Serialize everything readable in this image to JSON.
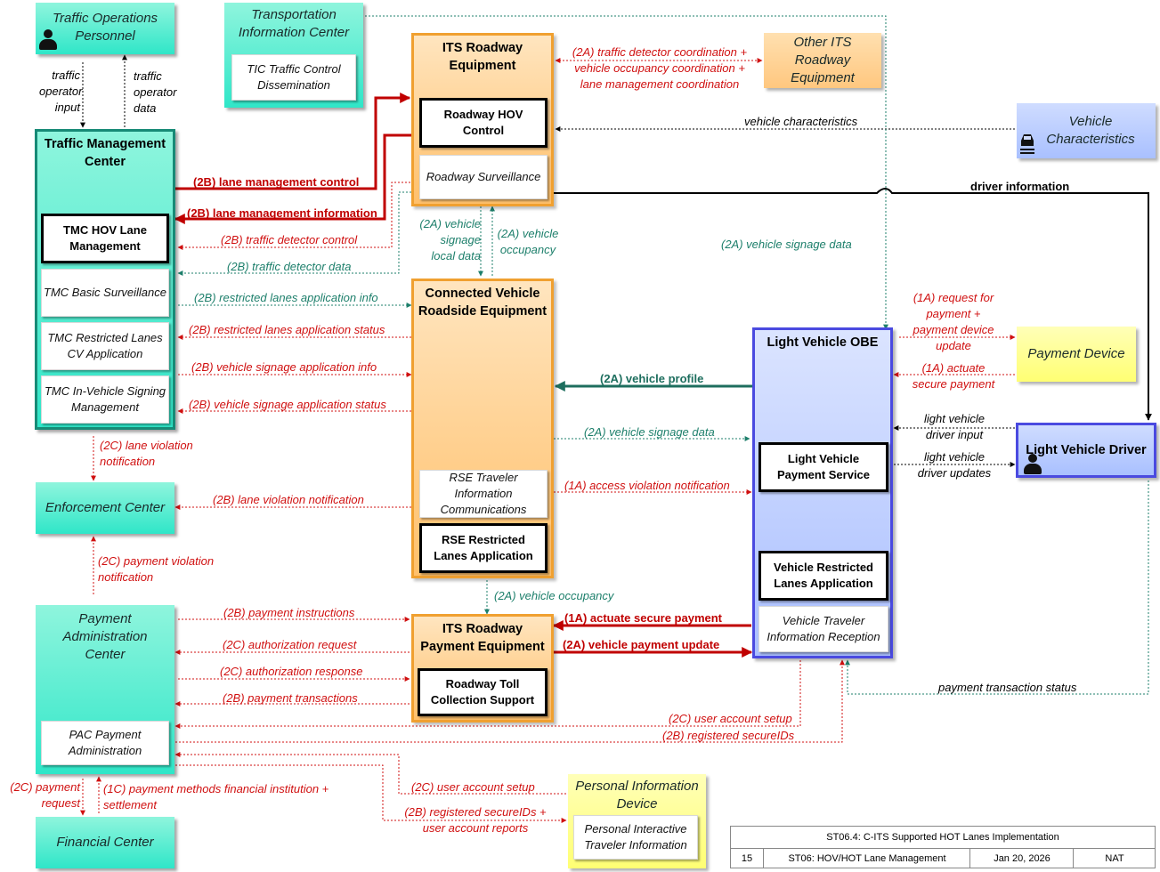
{
  "nodes": {
    "tops": "Traffic Operations Personnel",
    "tic": "Transportation Information Center",
    "tic_sub": "TIC Traffic Control Dissemination",
    "its": "ITS Roadway Equipment",
    "its_hov": "Roadway HOV Control",
    "its_surv": "Roadway Surveillance",
    "other_its": "Other ITS Roadway Equipment",
    "vchar": "Vehicle Characteristics",
    "tmc": "Traffic Management Center",
    "tmc_hov": "TMC HOV Lane Management",
    "tmc_basic": "TMC Basic Surveillance",
    "tmc_rl": "TMC Restricted Lanes CV Application",
    "tmc_ivs": "TMC In-Vehicle Signing Management",
    "rse": "Connected Vehicle Roadside Equipment",
    "rse_tic": "RSE Traveler Information Communications",
    "rse_rl": "RSE Restricted Lanes Application",
    "obe": "Light Vehicle OBE",
    "obe_pay": "Light Vehicle Payment Service",
    "obe_rl": "Vehicle Restricted Lanes Application",
    "obe_tir": "Vehicle Traveler Information Reception",
    "paydev": "Payment Device",
    "driver": "Light Vehicle Driver",
    "enf": "Enforcement Center",
    "pac": "Payment Administration Center",
    "pac_sub": "PAC Payment Administration",
    "fin": "Financial Center",
    "itspay": "ITS Roadway Payment Equipment",
    "itspay_sub": "Roadway Toll Collection Support",
    "pid": "Personal Information Device",
    "pid_sub": "Personal Interactive Traveler Information"
  },
  "flows": {
    "f1": "traffic operator input",
    "f2": "traffic operator data",
    "f3": "(2A) traffic detector coordination + vehicle occupancy coordination + lane management coordination",
    "f4": "vehicle characteristics",
    "f5": "driver information",
    "f6": "(2B) lane management control",
    "f7": "(2B) lane management information",
    "f8": "(2B) traffic detector control",
    "f9": "(2B) traffic detector data",
    "f10": "(2A) vehicle signage local data",
    "f11": "(2A) vehicle occupancy",
    "f12": "(2A) vehicle signage data",
    "f13": "(2B) restricted lanes application info",
    "f14": "(2B) restricted lanes application status",
    "f15": "(2B) vehicle signage application info",
    "f16": "(2B) vehicle signage application status",
    "f17": "(1A) request for payment + payment device update",
    "f18": "(1A) actuate secure payment",
    "f19": "(2A) vehicle profile",
    "f20": "(2A) vehicle signage data",
    "f21": "light vehicle driver input",
    "f22": "light vehicle driver updates",
    "f23": "(2C) lane violation notification",
    "f24": "(2B) lane violation notification",
    "f25": "(1A) access violation notification",
    "f26": "(2C) payment violation notification",
    "f27": "(2A) vehicle occupancy",
    "f28": "(2B) payment instructions",
    "f29": "(1A) actuate secure payment",
    "f30": "(2C) authorization request",
    "f31": "(2A) vehicle payment update",
    "f32": "(2C) authorization response",
    "f33": "(2B) payment transactions",
    "f34": "payment transaction status",
    "f35": "(2C) user account setup",
    "f36": "(2B) registered secureIDs",
    "f37": "(2C) user account setup",
    "f38": "(2B) registered secureIDs + user account reports",
    "f39": "(2C) payment request",
    "f40": "(1C) payment methods financial institution + settlement"
  },
  "footer": {
    "title": "ST06.4: C-ITS Supported HOT Lanes Implementation",
    "page": "15",
    "subtitle": "ST06: HOV/HOT Lane Management",
    "date": "Jan 20, 2026",
    "org": "NAT"
  },
  "colors": {
    "red_flow": "#d01010",
    "green_flow": "#1d7f6b",
    "black_flow": "#000000",
    "external_center": "#2fe6c8",
    "field_equipment": "#ffc06b",
    "vehicle": "#aabfff",
    "personal_device": "#ffff73"
  },
  "icons": [
    "person-icon",
    "car-icon"
  ]
}
